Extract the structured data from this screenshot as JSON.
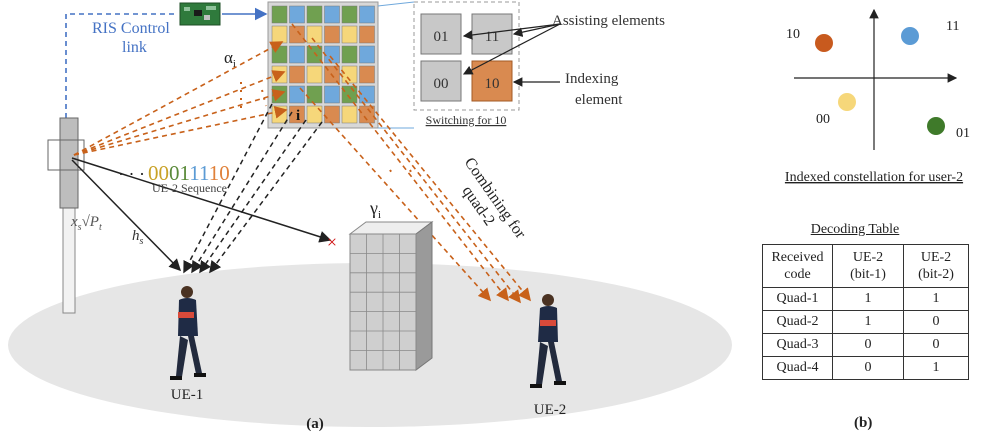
{
  "panel_a": {
    "ris_control_label_1": "RIS Control",
    "ris_control_label_2": "link",
    "alpha_label": "α",
    "alpha_sub": "i",
    "index_label": "i",
    "gamma_label": "γ",
    "gamma_sub": "i",
    "sequence_bits": [
      "0",
      "0",
      "0",
      "1",
      "1",
      "1",
      "1",
      "0"
    ],
    "sequence_colors": [
      "#c9a227",
      "#c9a227",
      "#5a8a3a",
      "#5a8a3a",
      "#5b9bd5",
      "#5b9bd5",
      "#e0813a",
      "#e0813a"
    ],
    "sequence_label": "UE-2 Sequence",
    "ellipsis": "· · ·",
    "tx_signal": "x",
    "tx_signal_sub": "s",
    "tx_power": "√P",
    "tx_power_sub": "t",
    "channel_label": "h",
    "channel_sub": "s",
    "combining_1": "Combining for",
    "combining_2": "quad-2",
    "ue1_label": "UE-1",
    "ue2_label": "UE-2",
    "caption": "(a)",
    "zoom": {
      "cells": [
        "01",
        "11",
        "00",
        "10"
      ],
      "switching_label": "Switching for 10"
    },
    "assisting_label": "Assisting elements",
    "indexing_label_1": "Indexing",
    "indexing_label_2": "element",
    "colors": {
      "green": "#70a050",
      "blue": "#6fa8dc",
      "yellow": "#f6d77a",
      "orange": "#d98a50",
      "dashed_orange": "#c8611a",
      "control_blue": "#4472c4"
    }
  },
  "panel_b": {
    "constellation": {
      "points": [
        {
          "label": "10",
          "color": "#c85a1e"
        },
        {
          "label": "11",
          "color": "#5b9bd5"
        },
        {
          "label": "00",
          "color": "#f6d77a"
        },
        {
          "label": "01",
          "color": "#3f7a2a"
        }
      ],
      "title": "Indexed constellation for user-2"
    },
    "table": {
      "title": "Decoding Table",
      "headers": [
        [
          "Received",
          "code"
        ],
        [
          "UE-2",
          "(bit-1)"
        ],
        [
          "UE-2",
          "(bit-2)"
        ]
      ],
      "rows": [
        [
          "Quad-1",
          "1",
          "1"
        ],
        [
          "Quad-2",
          "1",
          "0"
        ],
        [
          "Quad-3",
          "0",
          "0"
        ],
        [
          "Quad-4",
          "0",
          "1"
        ]
      ]
    },
    "caption": "(b)"
  }
}
